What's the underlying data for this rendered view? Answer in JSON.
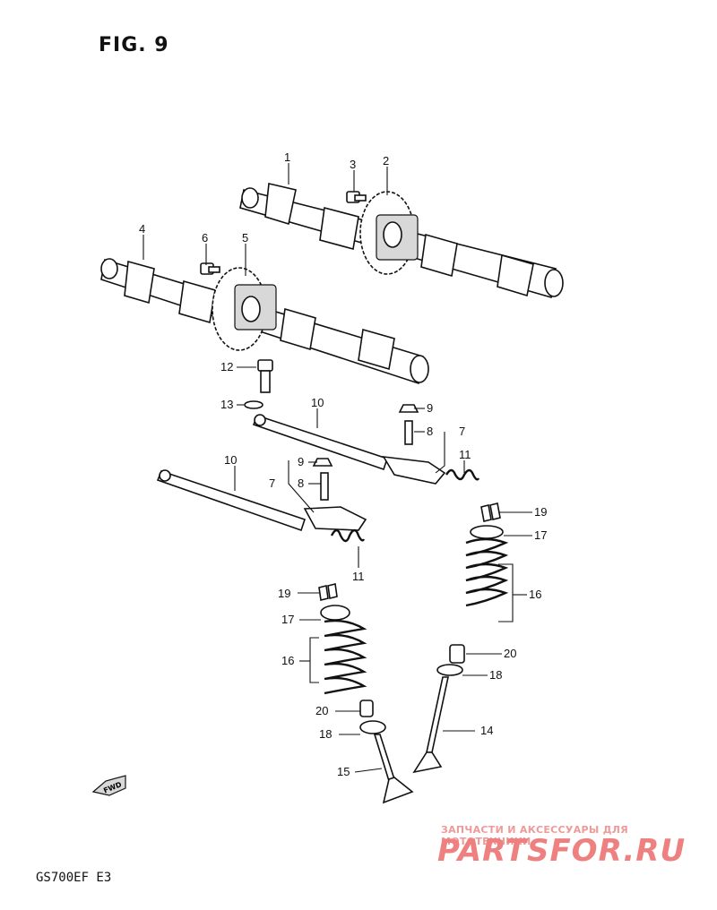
{
  "figure": {
    "title": "FIG. 9",
    "model": "GS700EF  E3"
  },
  "watermark": {
    "caption": "ЗАПЧАСТИ И АКСЕССУАРЫ ДЛЯ МОТОТЕХНИКИ",
    "logo": "PARTSFOR.RU"
  },
  "fwd_label": "FWD",
  "callouts": {
    "c1": "1",
    "c2": "2",
    "c3": "3",
    "c4": "4",
    "c5": "5",
    "c6": "6",
    "c7a": "7",
    "c7b": "7",
    "c8a": "8",
    "c8b": "8",
    "c9a": "9",
    "c9b": "9",
    "c10a": "10",
    "c10b": "10",
    "c11a": "11",
    "c11b": "11",
    "c12": "12",
    "c13": "13",
    "c14": "14",
    "c15": "15",
    "c16a": "16",
    "c16b": "16",
    "c17a": "17",
    "c17b": "17",
    "c18a": "18",
    "c18b": "18",
    "c19a": "19",
    "c19b": "19",
    "c20a": "20",
    "c20b": "20"
  }
}
